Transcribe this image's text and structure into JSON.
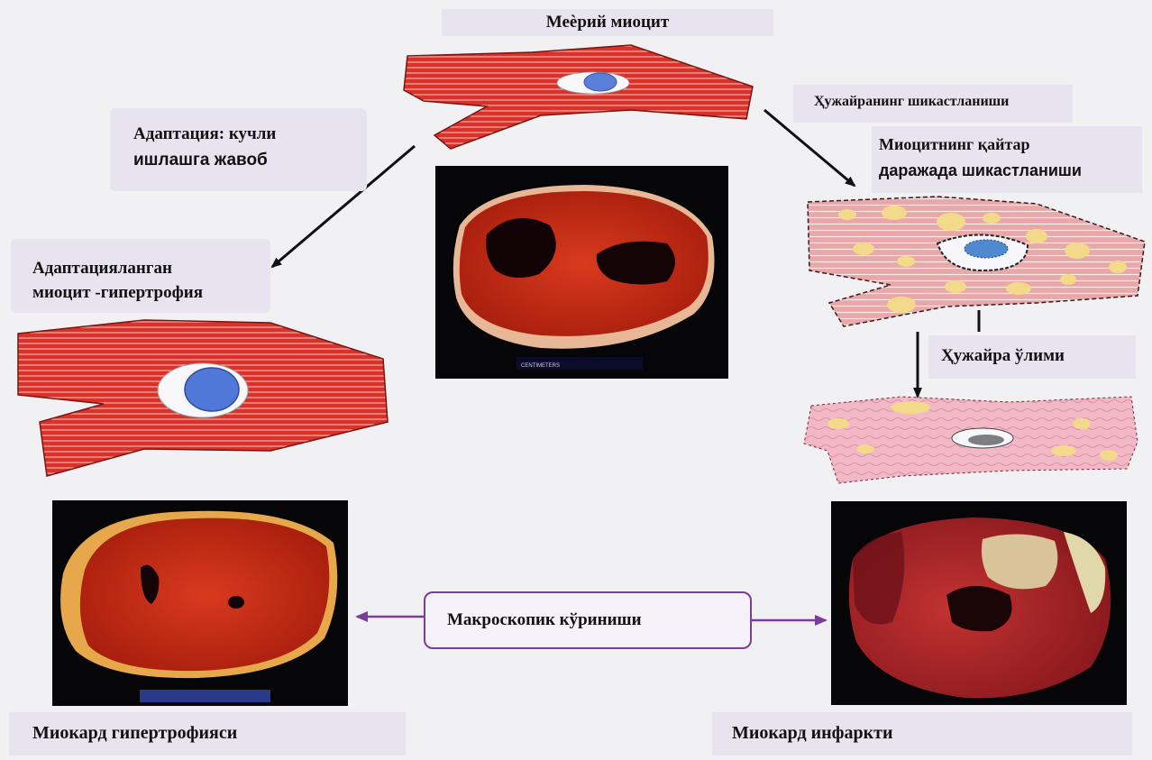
{
  "labels": {
    "normal_myocyte": "Меѐрий миоцит",
    "adaptation_line1": "Адаптация: кучли",
    "adaptation_line2": "ишлашга жавоб",
    "adapted_line1": "Адаптацияланган",
    "adapted_line2": "миоцит -гипертрофия",
    "cell_injury": "Ҳужайранинг шикастланиши",
    "reversible_line1": "Миоцитнинг қайтар",
    "reversible_line2": "даражада шикастланиши",
    "cell_death": "Ҳужайра ўлими",
    "macroscopic_view": "Макроскопик кўриниши",
    "hypertrophy_caption": "Миокард гипертрофияси",
    "infarction_caption": "Миокард инфаркти"
  },
  "colors": {
    "background": "#f1f0f3",
    "label_fill": "#e7e4ef",
    "arrow_black": "#111111",
    "arrow_purple": "#7a3d9a",
    "muscle_red": "#d8322a",
    "dead_cell_pink": "#f2b8c6",
    "vacuole_yellow": "#f3d98a",
    "nucleus_blue": "#4f78d8"
  }
}
